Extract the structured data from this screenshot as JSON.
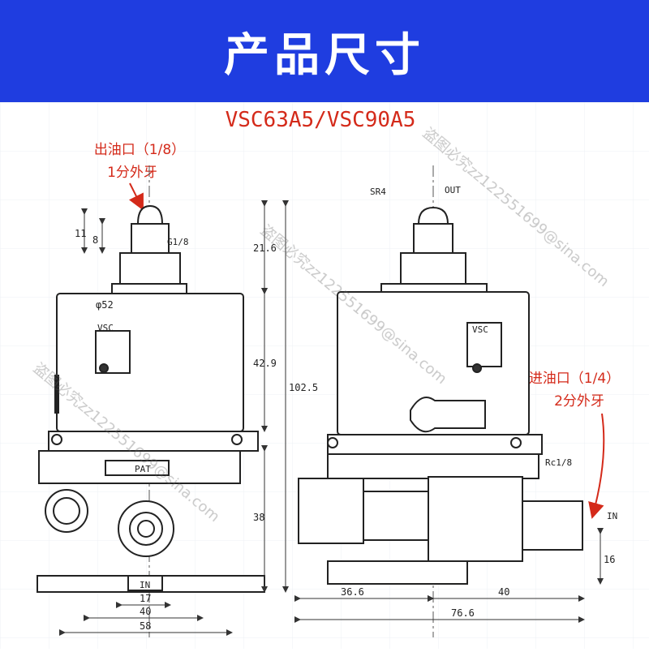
{
  "banner": {
    "title": "产品尺寸",
    "color": "#1f3de0"
  },
  "drawing": {
    "model": "VSC63A5/VSC90A5",
    "outlet_label_line1": "出油口（1/8）",
    "outlet_label_line2": "1分外牙",
    "inlet_label_line1": "进油口（1/4）",
    "inlet_label_line2": "2分外牙",
    "annotation_color": "#d42a1a"
  },
  "dimensions": {
    "h_11": "11",
    "h_8": "8",
    "h_21_6": "21.6",
    "h_42_9": "42.9",
    "h_102_5": "102.5",
    "h_38": "38",
    "h_16": "16",
    "w_17": "17",
    "w_40_left": "40",
    "w_58": "58",
    "w_36_6": "36.6",
    "w_40_right": "40",
    "w_76_6": "76.6"
  },
  "part_labels": {
    "thread_g": "G1/8",
    "diameter": "φ52",
    "vsc_left": "VSC",
    "vsc_right": "VSC",
    "pat": "PAT",
    "in_left": "IN",
    "in_right": "IN",
    "sr4": "SR4",
    "out": "OUT",
    "rc": "Rc1/8"
  },
  "watermark": "盗图必究zz1225516​99@sina.com"
}
